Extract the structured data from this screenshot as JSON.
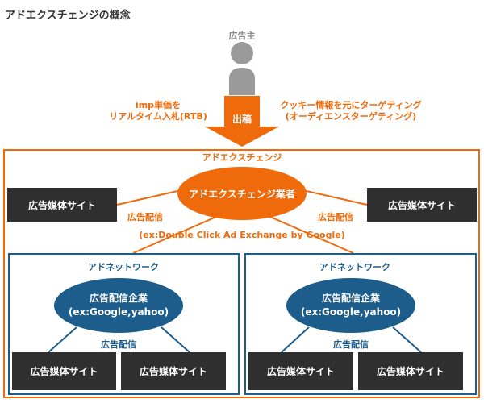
{
  "title": "アドエクスチェンジの概念",
  "advertiser": {
    "label": "広告主",
    "submit_label": "出稿",
    "left_note": [
      "imp単価を",
      "リアルタイム入札(RTB)"
    ],
    "right_note": [
      "クッキー情報を元にターゲティング",
      "(オーディエンスターゲティング)"
    ]
  },
  "exchange": {
    "frame_label": "アドエクスチェンジ",
    "center_label": "アドエクスチェンジ業者",
    "example": "(ex:Double Click Ad Exchange by Google)",
    "left_site": "広告媒体サイト",
    "right_site": "広告媒体サイト",
    "left_delivery": "広告配信",
    "right_delivery": "広告配信"
  },
  "networks": [
    {
      "frame_label": "アドネットワーク",
      "company": "広告配信企業",
      "company_example": "(ex:Google,yahoo)",
      "delivery": "広告配信",
      "site_left": "広告媒体サイト",
      "site_right": "広告媒体サイト"
    },
    {
      "frame_label": "アドネットワーク",
      "company": "広告配信企業",
      "company_example": "(ex:Google,yahoo)",
      "delivery": "広告配信",
      "site_left": "広告媒体サイト",
      "site_right": "広告媒体サイト"
    }
  ],
  "colors": {
    "orange": "#ee6a0a",
    "blue": "#1c5d8c",
    "dark": "#2f2f2f",
    "gray": "#9a9a9a"
  }
}
